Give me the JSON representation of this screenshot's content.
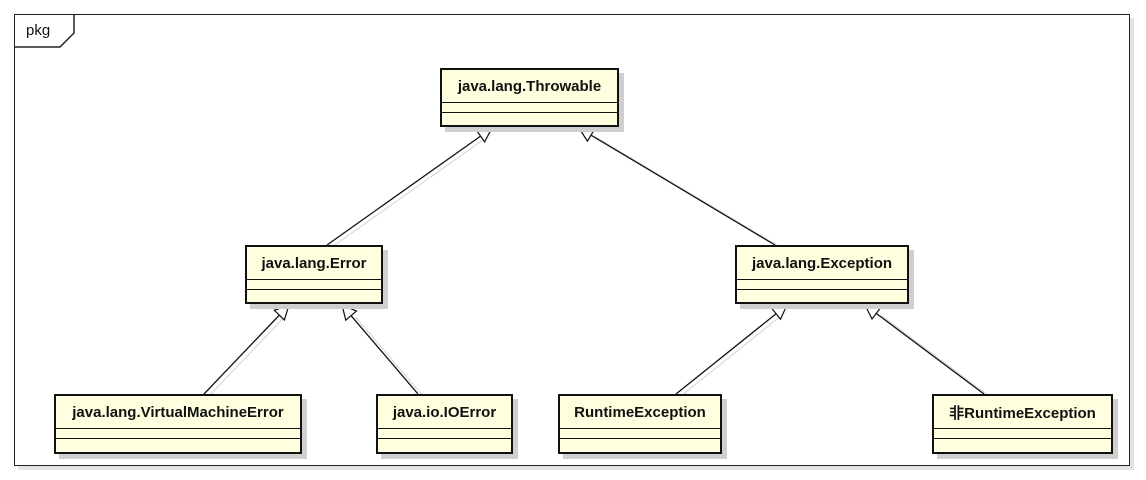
{
  "package": {
    "label": "pkg"
  },
  "classes": {
    "throwable": {
      "name": "java.lang.Throwable"
    },
    "error": {
      "name": "java.lang.Error"
    },
    "exception": {
      "name": "java.lang.Exception"
    },
    "vm_error": {
      "name": "java.lang.VirtualMachineError"
    },
    "io_error": {
      "name": "java.io.IOError"
    },
    "runtime_exception": {
      "name": "RuntimeException"
    },
    "non_runtime_exception": {
      "name": "非RuntimeException"
    }
  },
  "generalizations": [
    {
      "child": "error",
      "parent": "throwable"
    },
    {
      "child": "exception",
      "parent": "throwable"
    },
    {
      "child": "vm_error",
      "parent": "error"
    },
    {
      "child": "io_error",
      "parent": "error"
    },
    {
      "child": "runtime_exception",
      "parent": "exception"
    },
    {
      "child": "non_runtime_exception",
      "parent": "exception"
    }
  ],
  "colors": {
    "class_fill": "#ffffe0",
    "line": "#111111",
    "shadow": "#cfcfcf"
  }
}
